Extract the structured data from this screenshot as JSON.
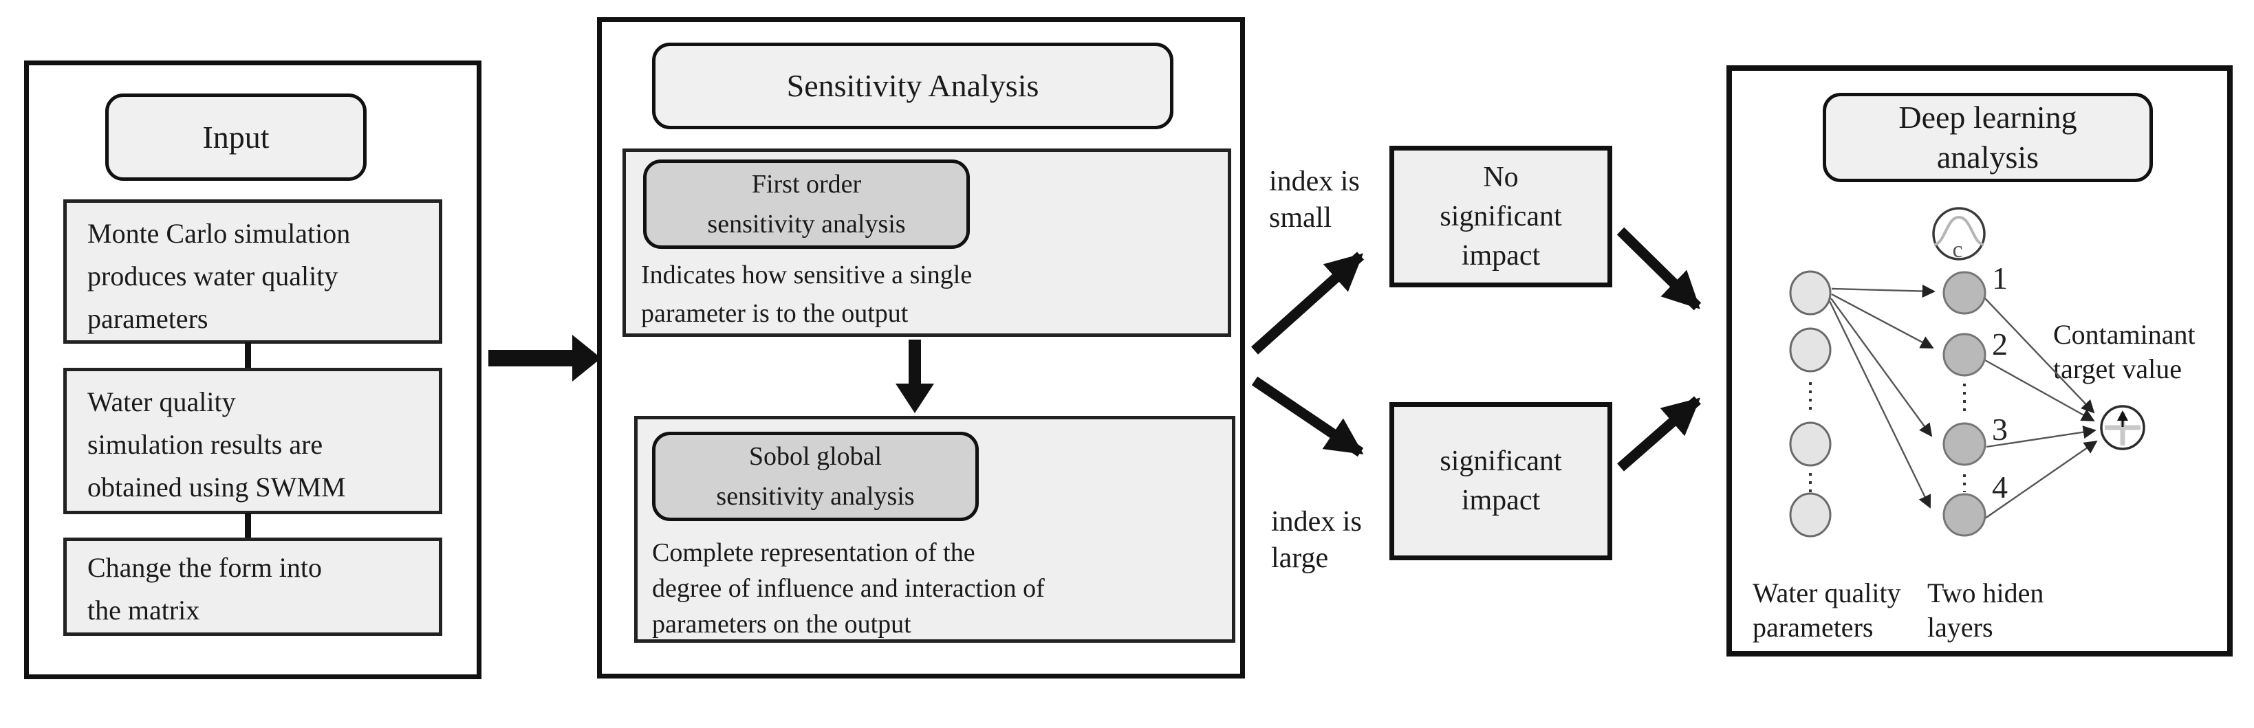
{
  "colors": {
    "box_fill": "#efefef",
    "badge_fill": "#d2d2d2",
    "border": "#111111",
    "input_node_fill": "#e4e4e4",
    "hidden_node_fill": "#b9b9b9",
    "edge_gray": "#555555"
  },
  "input_section": {
    "title": "Input",
    "steps": [
      {
        "lines": [
          "Monte Carlo simulation",
          "produces water quality",
          "parameters"
        ]
      },
      {
        "lines": [
          "Water quality",
          "simulation results are",
          "obtained using SWMM"
        ]
      },
      {
        "lines": [
          "Change the form into",
          "the matrix"
        ]
      }
    ]
  },
  "sensitivity_section": {
    "title": "Sensitivity Analysis",
    "first_order": {
      "badge_lines": [
        "First order",
        "sensitivity analysis"
      ],
      "desc_lines": [
        "Indicates how sensitive a single",
        "parameter is to the output"
      ]
    },
    "sobol": {
      "badge_lines": [
        "Sobol global",
        "sensitivity analysis"
      ],
      "desc_lines": [
        "Complete representation of the",
        "degree of influence and interaction of",
        "parameters on the output"
      ]
    }
  },
  "branch": {
    "small_label_lines": [
      "index is",
      "small"
    ],
    "large_label_lines": [
      "index is",
      "large"
    ],
    "no_impact_lines": [
      "No",
      "significant",
      "impact"
    ],
    "impact_lines": [
      "significant",
      "impact"
    ]
  },
  "deep_learning": {
    "title_lines": [
      "Deep learning",
      "analysis"
    ],
    "activation_symbol": "c",
    "hidden_labels": [
      "1",
      "2",
      "3",
      "4"
    ],
    "output_label_lines": [
      "Contaminant",
      "target value"
    ],
    "input_caption_lines": [
      "Water quality",
      "parameters"
    ],
    "hidden_caption_lines": [
      "Two hiden",
      "layers"
    ]
  }
}
